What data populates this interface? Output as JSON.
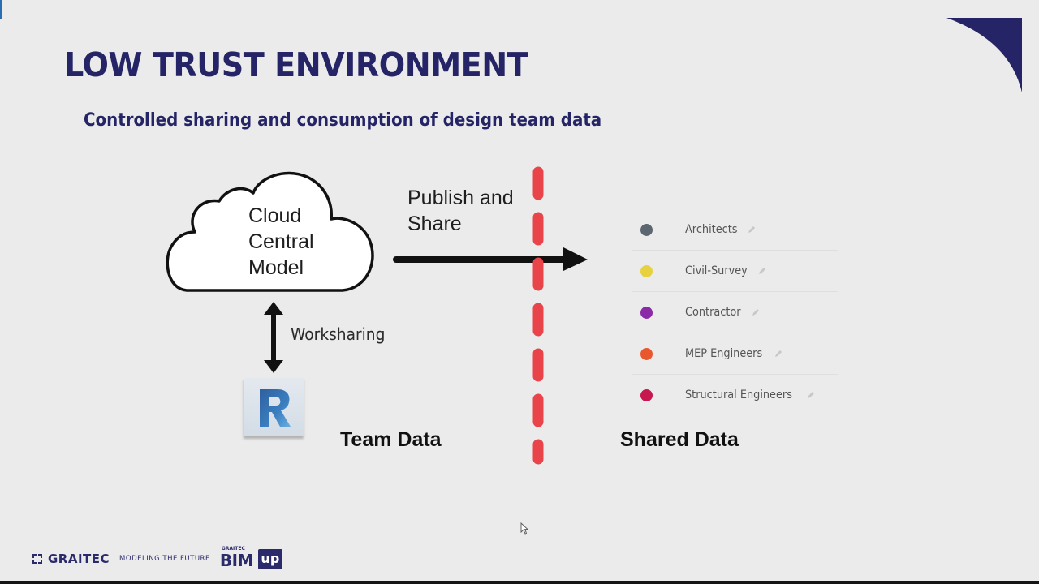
{
  "slide": {
    "title": "LOW TRUST ENVIRONMENT",
    "subtitle": "Controlled sharing and consumption of design team data"
  },
  "diagram": {
    "cloud": {
      "icon": "cloud-icon",
      "label_lines": [
        "Cloud",
        "Central",
        "Model"
      ]
    },
    "worksharing": {
      "label": "Worksharing",
      "icon": "double-headed-arrow-icon"
    },
    "revit_app": {
      "icon": "revit-icon",
      "letter": "R"
    },
    "publish": {
      "label_lines": [
        "Publish and",
        "Share"
      ],
      "icon": "right-arrow-icon"
    },
    "boundary": {
      "style": "dashed",
      "color": "#e8444a"
    },
    "zones": {
      "team_data": "Team Data",
      "shared_data": "Shared Data"
    },
    "teams": [
      {
        "name": "Architects",
        "color": "#5b6670",
        "icon": "edit-icon"
      },
      {
        "name": "Civil-Survey",
        "color": "#e8d13e",
        "icon": "edit-icon"
      },
      {
        "name": "Contractor",
        "color": "#8a2aa6",
        "icon": "edit-icon"
      },
      {
        "name": "MEP Engineers",
        "color": "#e8572e",
        "icon": "edit-icon"
      },
      {
        "name": "Structural Engineers",
        "color": "#c8164e",
        "icon": "edit-icon"
      }
    ]
  },
  "footer": {
    "brand": "GRAITEC",
    "tagline": "MODELING THE FUTURE",
    "event_logo": {
      "small": "GRAITEC",
      "main": "BIM",
      "badge": "up"
    }
  },
  "colors": {
    "title": "#252466",
    "background": "#ebebeb",
    "accent": "#2b2a6b",
    "boundary_red": "#e8444a"
  }
}
